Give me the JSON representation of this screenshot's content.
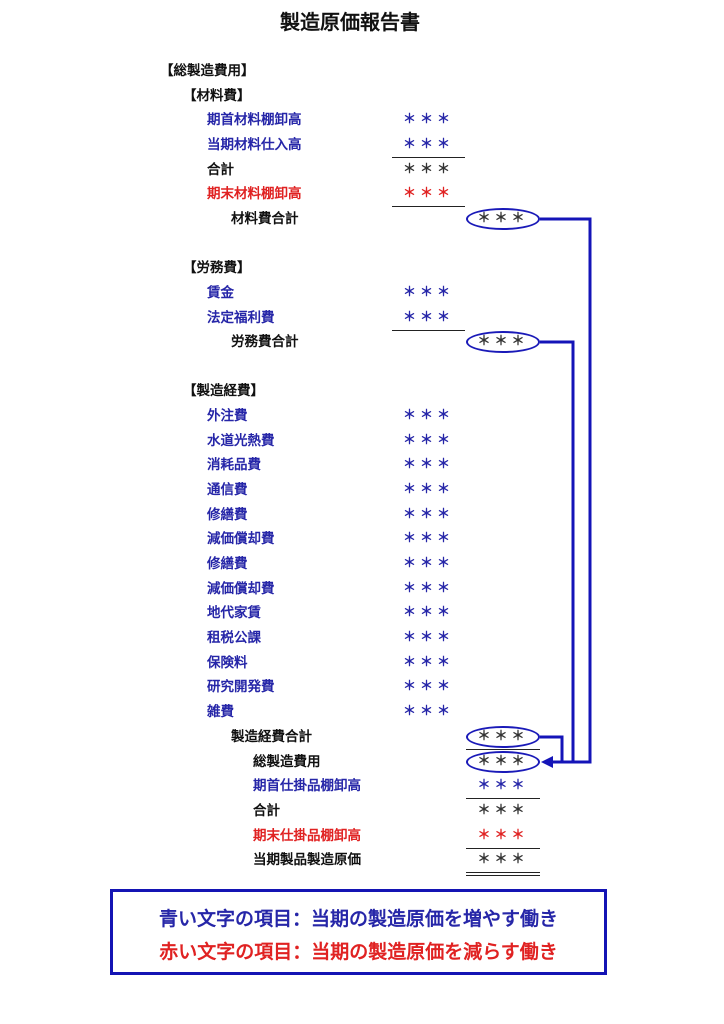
{
  "title": "製造原価報告書",
  "colors": {
    "blue": "#2626a8",
    "red": "#e02222",
    "black": "#111111",
    "connector": "#1414b8"
  },
  "rows": [
    {
      "label": "【総製造費用】",
      "value": "",
      "color": "black",
      "indent": 0,
      "col": ""
    },
    {
      "label": "【材料費】",
      "value": "",
      "color": "black",
      "indent": 1,
      "col": ""
    },
    {
      "label": "期首材料棚卸高",
      "value": "＊＊＊",
      "color": "blue",
      "indent": 2,
      "col": "A"
    },
    {
      "label": "当期材料仕入高",
      "value": "＊＊＊",
      "color": "blue",
      "indent": 2,
      "col": "A"
    },
    {
      "label": "合計",
      "value": "＊＊＊",
      "color": "black",
      "indent": 2,
      "col": "A"
    },
    {
      "label": "期末材料棚卸高",
      "value": "＊＊＊",
      "color": "red",
      "indent": 2,
      "col": "A"
    },
    {
      "label": "材料費合計",
      "value": "＊＊＊",
      "color": "black",
      "indent": 3,
      "col": "B"
    },
    {
      "label": "【労務費】",
      "value": "",
      "color": "black",
      "indent": 1,
      "col": ""
    },
    {
      "label": "賃金",
      "value": "＊＊＊",
      "color": "blue",
      "indent": 2,
      "col": "A"
    },
    {
      "label": "法定福利費",
      "value": "＊＊＊",
      "color": "blue",
      "indent": 2,
      "col": "A"
    },
    {
      "label": "労務費合計",
      "value": "＊＊＊",
      "color": "black",
      "indent": 3,
      "col": "B"
    },
    {
      "label": "【製造経費】",
      "value": "",
      "color": "black",
      "indent": 1,
      "col": ""
    },
    {
      "label": "外注費",
      "value": "＊＊＊",
      "color": "blue",
      "indent": 2,
      "col": "A"
    },
    {
      "label": "水道光熱費",
      "value": "＊＊＊",
      "color": "blue",
      "indent": 2,
      "col": "A"
    },
    {
      "label": "消耗品費",
      "value": "＊＊＊",
      "color": "blue",
      "indent": 2,
      "col": "A"
    },
    {
      "label": "通信費",
      "value": "＊＊＊",
      "color": "blue",
      "indent": 2,
      "col": "A"
    },
    {
      "label": "修繕費",
      "value": "＊＊＊",
      "color": "blue",
      "indent": 2,
      "col": "A"
    },
    {
      "label": "減価償却費",
      "value": "＊＊＊",
      "color": "blue",
      "indent": 2,
      "col": "A"
    },
    {
      "label": "修繕費",
      "value": "＊＊＊",
      "color": "blue",
      "indent": 2,
      "col": "A"
    },
    {
      "label": "減価償却費",
      "value": "＊＊＊",
      "color": "blue",
      "indent": 2,
      "col": "A"
    },
    {
      "label": "地代家賃",
      "value": "＊＊＊",
      "color": "blue",
      "indent": 2,
      "col": "A"
    },
    {
      "label": "租税公課",
      "value": "＊＊＊",
      "color": "blue",
      "indent": 2,
      "col": "A"
    },
    {
      "label": "保険料",
      "value": "＊＊＊",
      "color": "blue",
      "indent": 2,
      "col": "A"
    },
    {
      "label": "研究開発費",
      "value": "＊＊＊",
      "color": "blue",
      "indent": 2,
      "col": "A"
    },
    {
      "label": "雑費",
      "value": "＊＊＊",
      "color": "blue",
      "indent": 2,
      "col": "A"
    },
    {
      "label": "製造経費合計",
      "value": "＊＊＊",
      "color": "black",
      "indent": 3,
      "col": "B"
    },
    {
      "label": "総製造費用",
      "value": "＊＊＊",
      "color": "black",
      "indent": 4,
      "col": "B"
    },
    {
      "label": "期首仕掛品棚卸高",
      "value": "＊＊＊",
      "color": "blue",
      "indent": 4,
      "col": "B"
    },
    {
      "label": "合計",
      "value": "＊＊＊",
      "color": "black",
      "indent": 4,
      "col": "B"
    },
    {
      "label": "期末仕掛品棚卸高",
      "value": "＊＊＊",
      "color": "red",
      "indent": 4,
      "col": "B"
    },
    {
      "label": "当期製品製造原価",
      "value": "＊＊＊",
      "color": "black",
      "indent": 4,
      "col": "B"
    }
  ],
  "legend": {
    "blue_line": "青い文字の項目：当期の製造原価を増やす働き",
    "red_line": "赤い文字の項目：当期の製造原価を減らす働き"
  }
}
